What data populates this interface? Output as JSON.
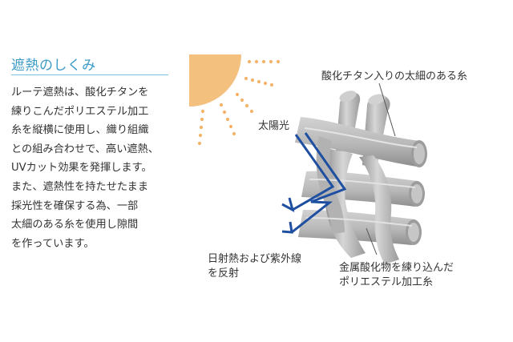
{
  "section": {
    "heading": "遮熱のしくみ",
    "lines": [
      "ルーテ遮熱は、酸化チタンを",
      "練りこんだポリエステル加工",
      "糸を縦横に使用し、織り組織",
      "との組み合わせで、高い遮熱、",
      "UVカット効果を発揮します。",
      "また、遮熱性を持たせたまま",
      "採光性を確保する為、一部",
      "太細のある糸を使用し隙間",
      "を作っています。"
    ]
  },
  "diagram": {
    "labels": {
      "titanium_yarn": "酸化チタン入りの太細のある糸",
      "sunlight": "太陽光",
      "reflect_line1": "日射熱および紫外線",
      "reflect_line2": "を反射",
      "metal_line1": "金属酸化物を練り込んだ",
      "metal_line2": "ポリエステル加工糸"
    },
    "icons": {
      "sun": "sun-icon",
      "arrow": "reflection-arrow-icon"
    },
    "colors": {
      "heading": "#3b9bc7",
      "sun": "#f3c07e",
      "arrow": "#1f4fa0",
      "yarn": "#bcbcbc"
    }
  }
}
